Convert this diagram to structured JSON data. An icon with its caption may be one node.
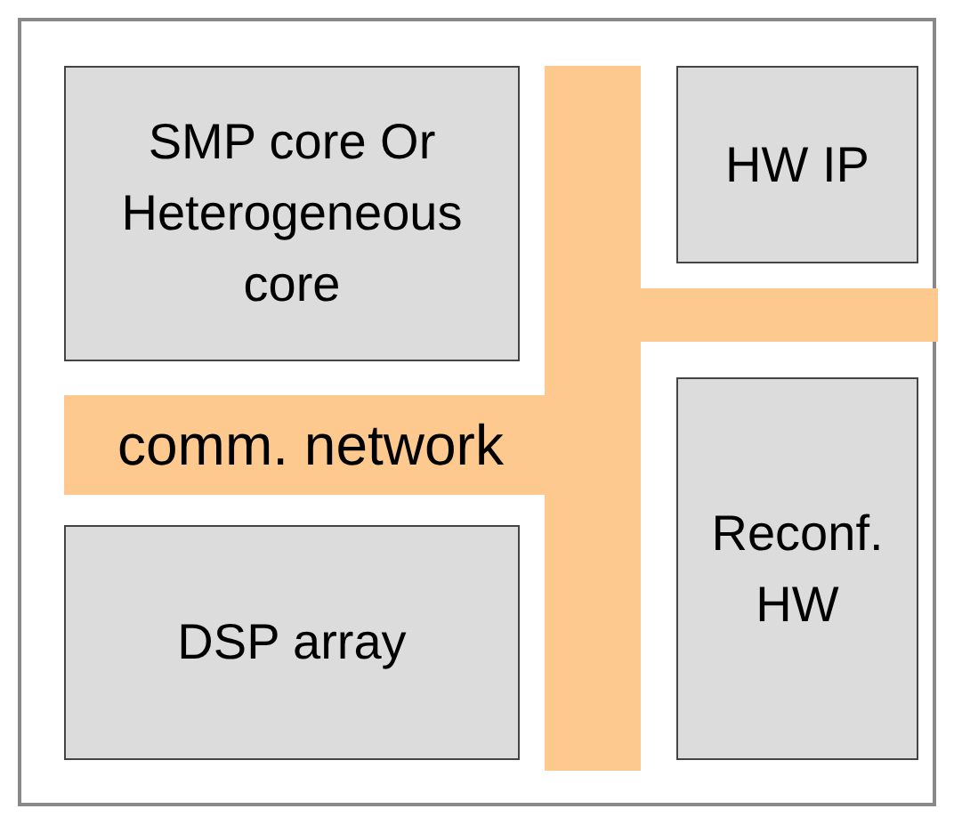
{
  "diagram": {
    "nodes": [
      {
        "text": [
          "SMP core Or Heterogeneous core"
        ]
      },
      {
        "text": [
          "HW IP"
        ]
      },
      {
        "text": [
          "comm. network"
        ]
      },
      {
        "text": [
          "Reconf. HW"
        ]
      },
      {
        "text": [
          "DSP array"
        ]
      }
    ]
  }
}
